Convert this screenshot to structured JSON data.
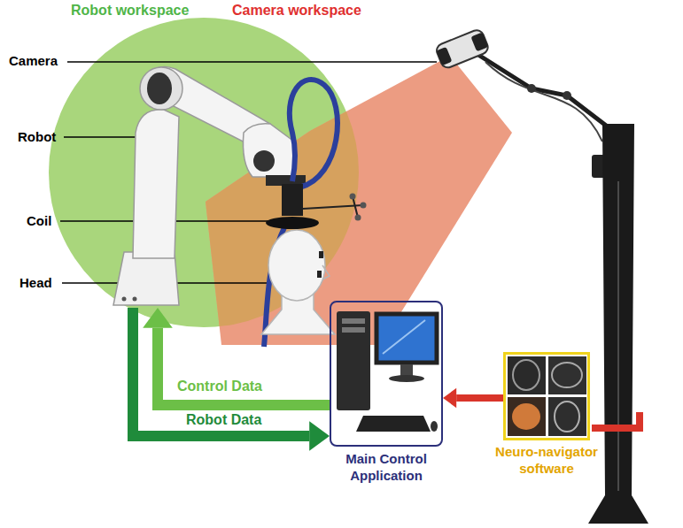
{
  "diagram": {
    "nodes": [
      {
        "text": [
          "Robot workspace"
        ]
      },
      {
        "text": [
          "Camera workspace"
        ]
      },
      {
        "text": [
          "Main Control Application"
        ]
      },
      {
        "text": [
          "Neuro-navigator software"
        ]
      }
    ],
    "edges": [
      {
        "from": 2,
        "to": 0,
        "label": "Control Data",
        "arrow": "to"
      },
      {
        "from": 0,
        "to": 2,
        "label": "Robot Data",
        "arrow": "to"
      },
      {
        "from": 3,
        "to": 2,
        "arrow": "to"
      }
    ],
    "labels": [
      "Camera",
      "Robot",
      "Coil",
      "Head"
    ]
  }
}
